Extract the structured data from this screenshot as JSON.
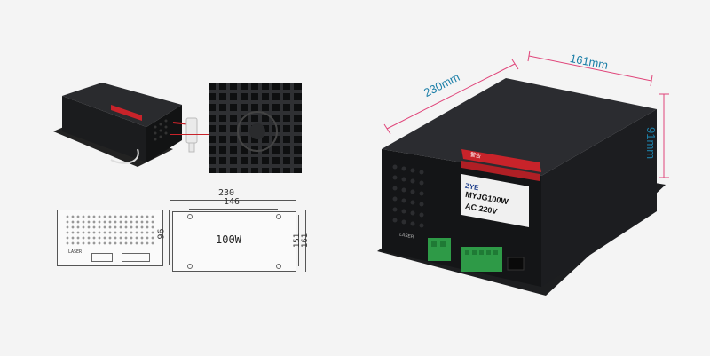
{
  "dimensions": {
    "length": "230mm",
    "width": "161mm",
    "height": "91mm"
  },
  "drawing": {
    "top_width": "230",
    "hole_spacing": "146",
    "power_label": "100W",
    "front_height": "96",
    "side_outer": "161",
    "side_inner": "151"
  },
  "product": {
    "brand": "ZYE",
    "model": "MYJG100W",
    "voltage": "AC 220V",
    "warning_label": "警告",
    "port_label": "LASER"
  },
  "colors": {
    "background": "#f4f4f4",
    "dimension_line": "#e0457a",
    "dimension_text": "#1c7fa8",
    "case": "#17181a",
    "terminal": "#2e9a47",
    "warning": "#c8232a"
  }
}
